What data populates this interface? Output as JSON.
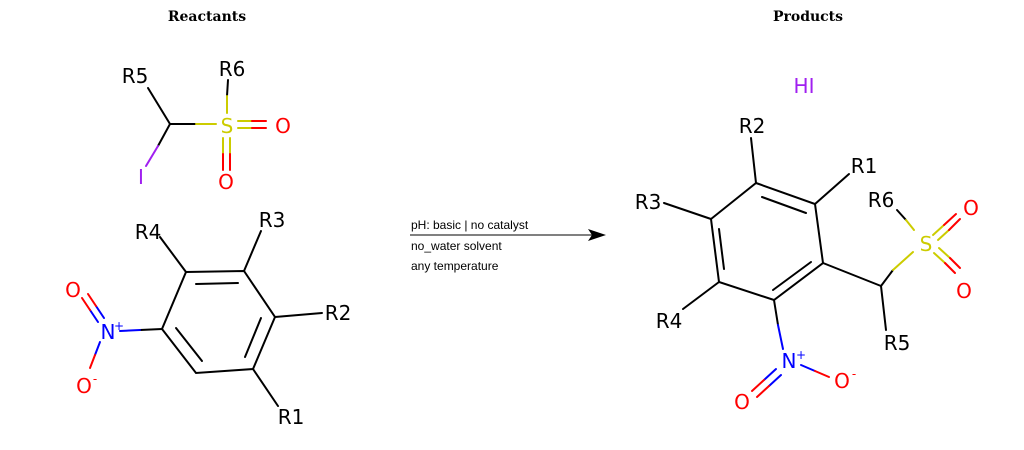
{
  "headers": {
    "reactants": "Reactants",
    "products": "Products"
  },
  "conditions": [
    "pH: basic | no catalyst",
    "no_water solvent",
    "any temperature"
  ],
  "colors": {
    "carbon": "#000000",
    "oxygen": "#ff0000",
    "nitrogen": "#0000ff",
    "sulfur": "#cccc00",
    "iodine": "#a020f0"
  },
  "atoms": {
    "r5": "R5",
    "r6": "R6",
    "r4": "R4",
    "r3": "R3",
    "r2": "R2",
    "r1": "R1",
    "s": "S",
    "o": "O",
    "n": "N",
    "i": "I",
    "hi": "HI",
    "plus": "+",
    "minus": "-"
  }
}
